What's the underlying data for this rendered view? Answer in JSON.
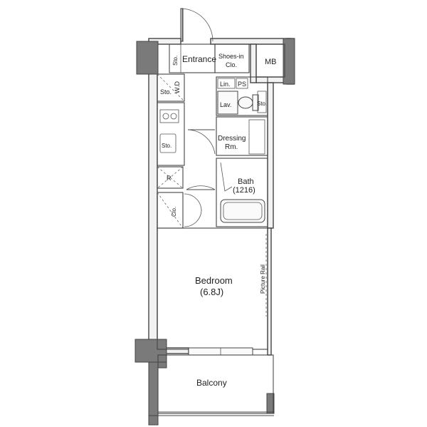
{
  "plan": {
    "rooms": {
      "entrance": "Entrance",
      "shoes_in_clo_line1": "Shoes-in",
      "shoes_in_clo_line2": "Clo.",
      "mb": "MB",
      "lin": "Lin.",
      "ps": "PS",
      "lav": "Lav.",
      "dressing_line1": "Dressing",
      "dressing_line2": "Rm.",
      "bath": "Bath",
      "bath_size": "(1216)",
      "bedroom": "Bedroom",
      "bedroom_size": "(6.8J)",
      "balcony": "Balcony"
    },
    "small_labels": {
      "sto_entrance": "Sto.",
      "sto_left": "Sto.",
      "wd": "W.D",
      "sto_kitchen": "Sto.",
      "refrigerator": "R",
      "clo": "Clo.",
      "sto_toilet": "Sto.",
      "picture_rail": "Picture Rail"
    }
  }
}
